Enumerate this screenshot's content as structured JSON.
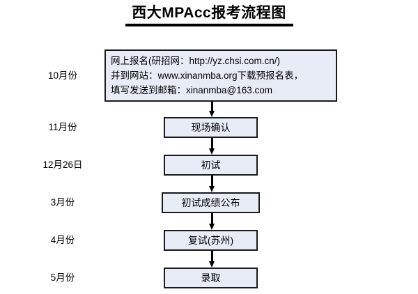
{
  "title": {
    "text": "西大MPAcc报考流程图",
    "underline_color": "#000000"
  },
  "theme": {
    "box_fill": "#e8ecf7",
    "box_border": "#1a1a1a",
    "arrow_color": "#000000",
    "background": "#ffffff",
    "text_color": "#000000"
  },
  "timeline": {
    "labels": [
      {
        "id": "month-october",
        "text": "10月份"
      },
      {
        "id": "month-november",
        "text": "11月份"
      },
      {
        "id": "month-dec-26",
        "text": "12月26日"
      },
      {
        "id": "month-march",
        "text": "3月份"
      },
      {
        "id": "month-april",
        "text": "4月份"
      },
      {
        "id": "month-may",
        "text": "5月份"
      }
    ]
  },
  "flow": {
    "steps": [
      {
        "id": "online-registration",
        "multiline": true,
        "lines": [
          "网上报名(研招网：http://yz.chsi.com.cn/)",
          "并到网站：www.xinanmba.org下载预报名表，",
          "填写发送到邮箱：xinanmba@163.com"
        ]
      },
      {
        "id": "onsite-confirm",
        "text": "现场确认"
      },
      {
        "id": "first-exam",
        "text": "初试"
      },
      {
        "id": "first-exam-score",
        "text": "初试成绩公布"
      },
      {
        "id": "second-exam",
        "text": "复试(苏州)"
      },
      {
        "id": "admission",
        "text": "录取"
      }
    ],
    "connectors": [
      {
        "id": "connector-1",
        "from": "online-registration",
        "to": "onsite-confirm"
      },
      {
        "id": "connector-2",
        "from": "onsite-confirm",
        "to": "first-exam"
      },
      {
        "id": "connector-3",
        "from": "first-exam",
        "to": "first-exam-score"
      },
      {
        "id": "connector-4",
        "from": "first-exam-score",
        "to": "second-exam"
      },
      {
        "id": "connector-5",
        "from": "second-exam",
        "to": "admission"
      }
    ]
  }
}
